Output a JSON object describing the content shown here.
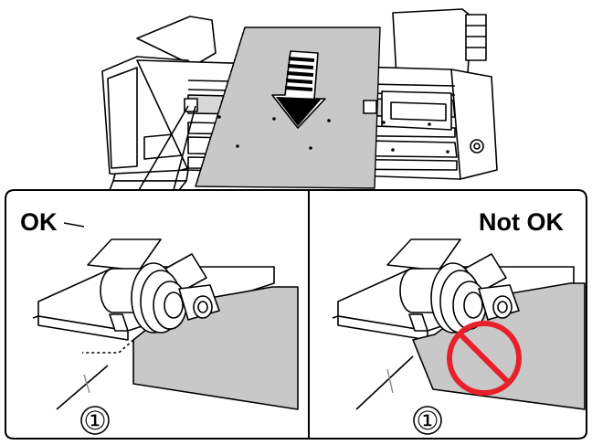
{
  "panels": {
    "left": {
      "label": "OK",
      "callout": "①"
    },
    "right": {
      "label": "Not OK",
      "callout": "①"
    }
  },
  "colors": {
    "outline": "#000000",
    "media": "#c8c8c8",
    "printer_body": "#ffffff",
    "metal": "#d8d8d8",
    "arrow": "#000000",
    "prohibited": "#e8202a"
  },
  "icons": {
    "feed_arrow": "down-arrow-icon",
    "prohibited": "prohibited-icon"
  }
}
